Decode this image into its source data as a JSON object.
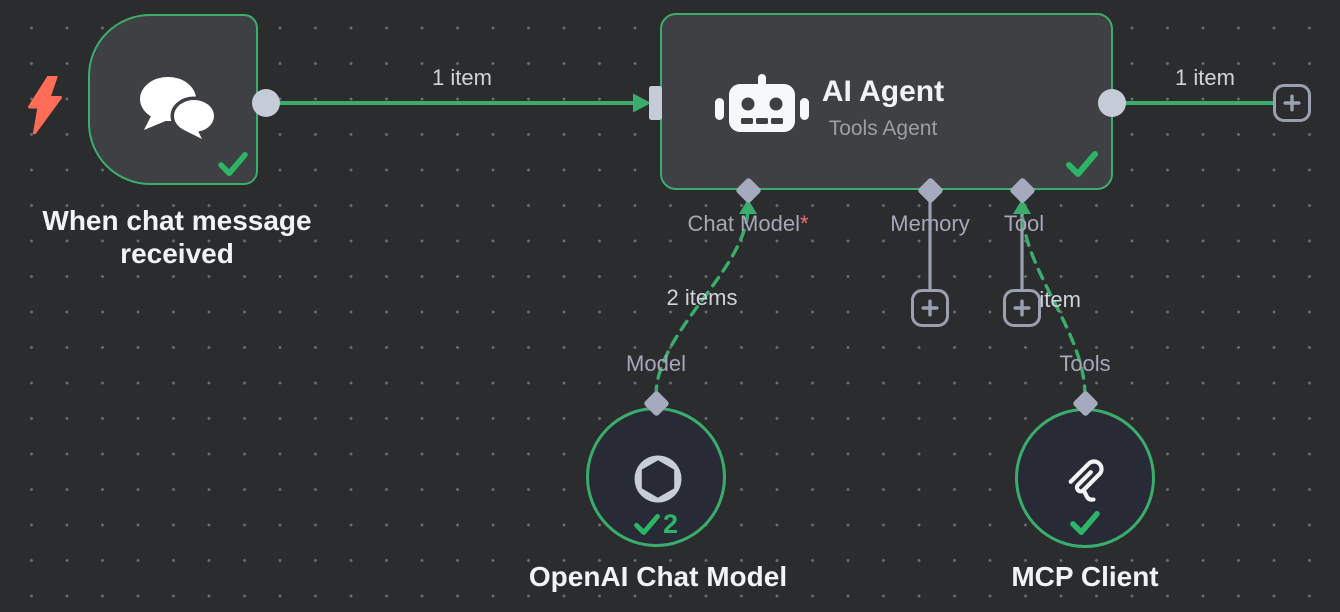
{
  "colors": {
    "canvas_bg": "#2b2c2e",
    "node_bg": "#3f4043",
    "circle_bg": "#282a35",
    "green": "#3aad6c",
    "check_green": "#2db566",
    "port_gray": "#c6cbd8",
    "diamond_gray": "#a5aabf",
    "connector_gray": "#9aa0b0",
    "label_gray": "#a4a8b8",
    "item_label": "#d0d3da",
    "text": "#f1f2f4",
    "subtitle": "#9b9ea9",
    "red": "#f46b6b",
    "bolt": "#ff6c57",
    "icon_gray": "#c9cdd5"
  },
  "trigger": {
    "label_line1": "When chat message",
    "label_line2": "received"
  },
  "agent": {
    "title": "AI Agent",
    "subtitle": "Tools Agent",
    "port_chat_model": "Chat Model",
    "port_chat_model_required": "*",
    "port_memory": "Memory",
    "port_tool": "Tool"
  },
  "openai": {
    "label": "OpenAI Chat Model",
    "port_label": "Model",
    "run_count": "2"
  },
  "mcp": {
    "label": "MCP Client",
    "port_label": "Tools"
  },
  "connections": {
    "trigger_to_agent": "1 item",
    "agent_to_next": "1 item",
    "openai_to_agent": "2 items",
    "mcp_to_agent": "1 item"
  }
}
